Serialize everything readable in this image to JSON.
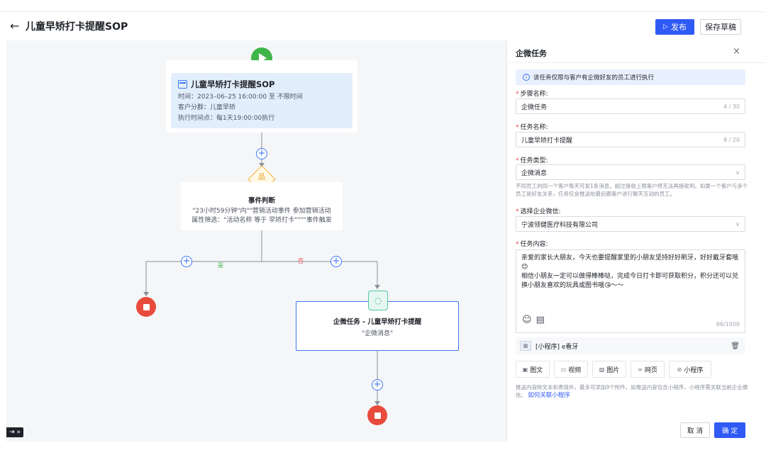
{
  "header": {
    "back_icon": "arrow-left-icon",
    "title": "儿童早矫打卡提醒SOP",
    "publish_label": "发布",
    "draft_label": "保存草稿"
  },
  "flow": {
    "start_node": {
      "title": "儿童早矫打卡提醒SOP",
      "time": "时间：2023–06–25 16:00:00 至 不限时间",
      "segment": "客户分群：儿童早矫",
      "exec_time": "执行时间点：每1天19:00:00执行"
    },
    "event_node": {
      "title": "事件判断",
      "line1": "\"23小时59分钟\"内\"\"营销活动事件 参加营销活动",
      "line2": "属性筛选：\"活动名称 等于 早矫打卡\"\"\"\"事件触发"
    },
    "branch_yes": "是",
    "branch_no": "否",
    "task_node": {
      "title": "企微任务 - 儿童早矫打卡提醒",
      "subtitle": "\"企微消息\""
    },
    "expand_label": "⇥ »"
  },
  "panel": {
    "title": "企微任务",
    "close": "×",
    "notice": "该任务仅限与客户有企微好友的员工进行执行",
    "step_name_label": "步骤名称:",
    "step_name_value": "企微任务",
    "step_name_count": "4 / 30",
    "task_name_label": "任务名称:",
    "task_name_value": "儿童早矫打卡提醒",
    "task_name_count": "8 / 20",
    "task_type_label": "任务类型:",
    "task_type_value": "企微消息",
    "task_type_hint": "不同员工向同一个客户每天可发1条消息，超过接收上限客户将无法再接收到。如果一个客户与多个员工是好友关系，任务仅会推送给最后跟客户进行聊天互动的员工。",
    "corp_label": "选择企业微信:",
    "corp_value": "宁波领健医疗科技有限公司",
    "content_label": "任务内容:",
    "content_line1": "亲爱的家长大朋友，今天也要提醒家里的小朋友坚持好好刷牙，好好戴牙套哦😊",
    "content_line2": "相信小朋友一定可以做得棒棒哒，完成今日打卡即可获取积分，积分还可以兑换小朋友喜欢的玩具或图书哦😘～～",
    "content_count": "86/1000",
    "attachment_label": "[小程序] e看牙",
    "tools": [
      "图文",
      "视频",
      "图片",
      "网页",
      "小程序"
    ],
    "help_text": "推送内容除文本和表情外，最多可添加9个附件。如推送内容包含小程序，小程序需关联当前企业微信，",
    "help_link": "如何关联小程序",
    "cancel_label": "取 消",
    "ok_label": "确 定"
  },
  "colors": {
    "primary": "#2f5af5",
    "start_green": "#3fb64a",
    "stop_red": "#e84a3c",
    "event_orange": "#f4b43a",
    "wechat_teal": "#4fc5a5"
  }
}
